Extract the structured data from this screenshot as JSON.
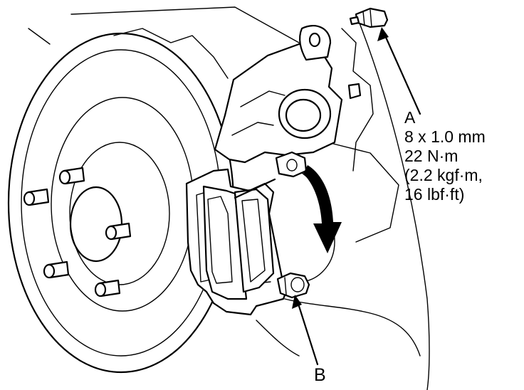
{
  "callouts": {
    "a": {
      "letter": "A",
      "lines": [
        "8 x 1.0 mm",
        "22 N·m",
        "(2.2 kgf·m,",
        "16 lbf·ft)"
      ]
    },
    "b": {
      "letter": "B"
    }
  }
}
